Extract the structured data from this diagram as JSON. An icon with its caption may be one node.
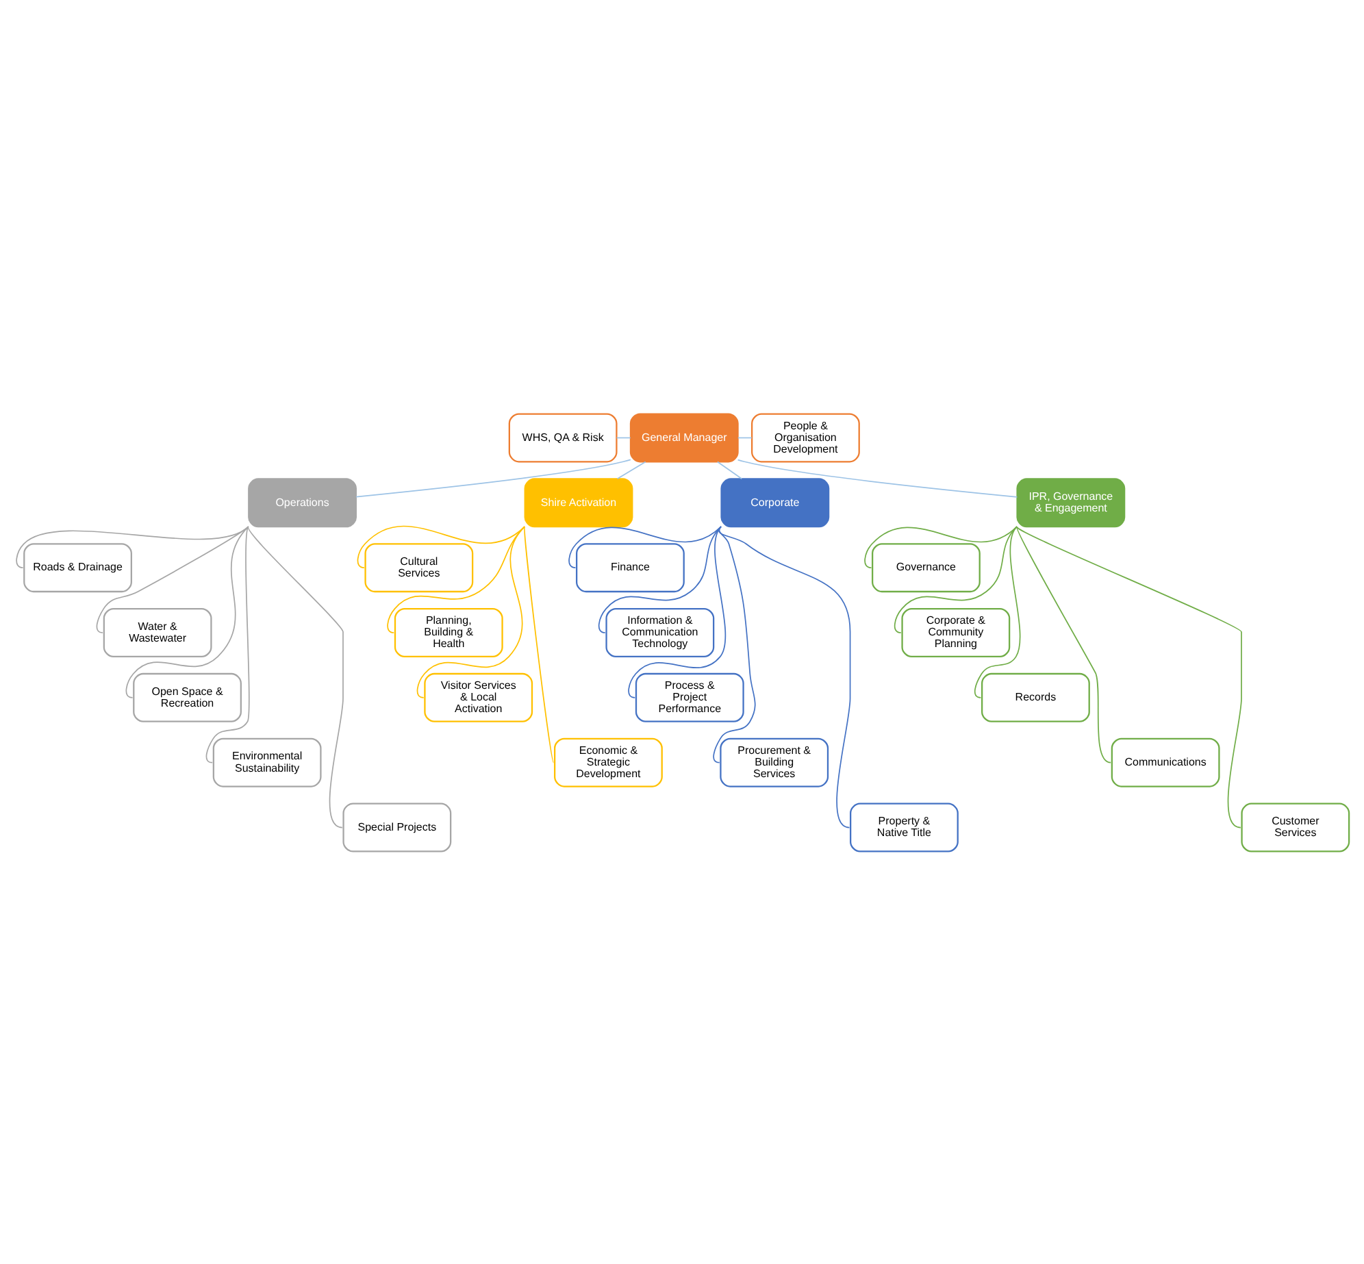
{
  "diagram": {
    "nodes": [
      {
        "text": [
          "General Manager"
        ]
      },
      {
        "text": [
          "WHS, QA & Risk"
        ]
      },
      {
        "text": [
          "People & Organisation Development"
        ]
      },
      {
        "text": [
          "Operations"
        ]
      },
      {
        "text": [
          "Shire Activation"
        ]
      },
      {
        "text": [
          "Corporate"
        ]
      },
      {
        "text": [
          "IPR, Governance & Engagement"
        ]
      },
      {
        "text": [
          "Roads & Drainage"
        ]
      },
      {
        "text": [
          "Water & Wastewater"
        ]
      },
      {
        "text": [
          "Open Space & Recreation"
        ]
      },
      {
        "text": [
          "Environmental Sustainability"
        ]
      },
      {
        "text": [
          "Special Projects"
        ]
      },
      {
        "text": [
          "Cultural Services"
        ]
      },
      {
        "text": [
          "Planning, Building & Health"
        ]
      },
      {
        "text": [
          "Visitor Services & Local Activation"
        ]
      },
      {
        "text": [
          "Economic & Strategic Development"
        ]
      },
      {
        "text": [
          "Finance"
        ]
      },
      {
        "text": [
          "Information & Communication Technology"
        ]
      },
      {
        "text": [
          "Process & Project Performance"
        ]
      },
      {
        "text": [
          "Procurement & Building Services"
        ]
      },
      {
        "text": [
          "Property & Native Title"
        ]
      },
      {
        "text": [
          "Governance"
        ]
      },
      {
        "text": [
          "Corporate & Community Planning"
        ]
      },
      {
        "text": [
          "Records"
        ]
      },
      {
        "text": [
          "Communications"
        ]
      },
      {
        "text": [
          "Customer Services"
        ]
      }
    ],
    "edges": [
      {
        "from": 1,
        "to": 0,
        "arrow": "none"
      },
      {
        "from": 0,
        "to": 2,
        "arrow": "none"
      },
      {
        "from": 0,
        "to": 3,
        "arrow": "none"
      },
      {
        "from": 0,
        "to": 4,
        "arrow": "none"
      },
      {
        "from": 0,
        "to": 5,
        "arrow": "none"
      },
      {
        "from": 0,
        "to": 6,
        "arrow": "none"
      },
      {
        "from": 3,
        "to": 7,
        "arrow": "none",
        "color": "#a6a6a6"
      },
      {
        "from": 3,
        "to": 8,
        "arrow": "none",
        "color": "#a6a6a6"
      },
      {
        "from": 3,
        "to": 9,
        "arrow": "none",
        "color": "#a6a6a6"
      },
      {
        "from": 3,
        "to": 10,
        "arrow": "none",
        "color": "#a6a6a6"
      },
      {
        "from": 3,
        "to": 11,
        "arrow": "none",
        "color": "#a6a6a6"
      },
      {
        "from": 4,
        "to": 12,
        "arrow": "none",
        "color": "#ffc000"
      },
      {
        "from": 4,
        "to": 13,
        "arrow": "none",
        "color": "#ffc000"
      },
      {
        "from": 4,
        "to": 14,
        "arrow": "none",
        "color": "#ffc000"
      },
      {
        "from": 4,
        "to": 15,
        "arrow": "none",
        "color": "#ffc000"
      },
      {
        "from": 5,
        "to": 16,
        "arrow": "none",
        "color": "#4472c4"
      },
      {
        "from": 5,
        "to": 17,
        "arrow": "none",
        "color": "#4472c4"
      },
      {
        "from": 5,
        "to": 18,
        "arrow": "none",
        "color": "#4472c4"
      },
      {
        "from": 5,
        "to": 19,
        "arrow": "none",
        "color": "#4472c4"
      },
      {
        "from": 5,
        "to": 20,
        "arrow": "none",
        "color": "#4472c4"
      },
      {
        "from": 6,
        "to": 21,
        "arrow": "none",
        "color": "#70ad47"
      },
      {
        "from": 6,
        "to": 22,
        "arrow": "none",
        "color": "#70ad47"
      },
      {
        "from": 6,
        "to": 23,
        "arrow": "none",
        "color": "#70ad47"
      },
      {
        "from": 6,
        "to": 24,
        "arrow": "none",
        "color": "#70ad47"
      },
      {
        "from": 6,
        "to": 25,
        "arrow": "none",
        "color": "#70ad47"
      }
    ]
  }
}
